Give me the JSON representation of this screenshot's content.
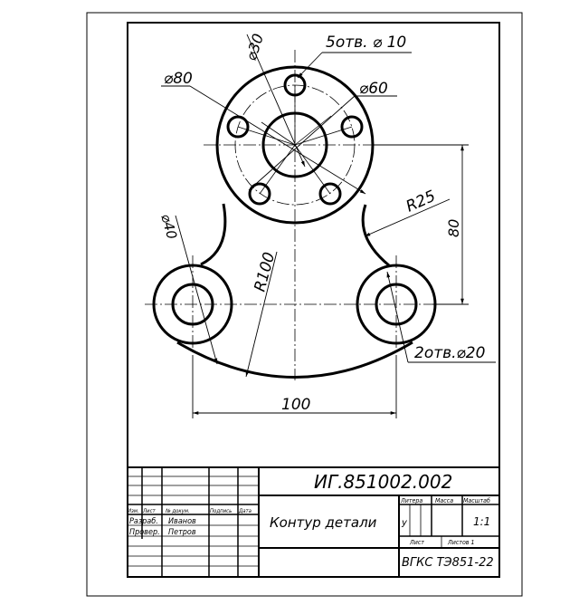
{
  "drawing": {
    "dimensions": {
      "holes5": "5отв. ⌀ 10",
      "dia30": "⌀30",
      "dia80": "⌀80",
      "dia60": "⌀60",
      "r25": "R25",
      "h80": "80",
      "dia40": "⌀40",
      "r100": "R100",
      "holes2": "2отв.⌀20",
      "w100": "100"
    }
  },
  "title_block": {
    "designation": "ИГ.851002.002",
    "part_name": "Контур детали",
    "columns": {
      "litera": "Литера",
      "mass": "Масса",
      "scale": "Масштаб"
    },
    "litera_value": "у",
    "scale_value": "1:1",
    "sheet": "Лист",
    "sheets": "Листов 1",
    "org": "ВГКС ТЭ851-22",
    "header_row": {
      "izm": "Изм.",
      "list": "Лист",
      "doc": "№ докум.",
      "sign": "Подпись",
      "date": "Дата"
    },
    "rows": [
      {
        "role": "Разраб.",
        "name": "Иванов"
      },
      {
        "role": "Провер.",
        "name": "Петров"
      }
    ]
  }
}
